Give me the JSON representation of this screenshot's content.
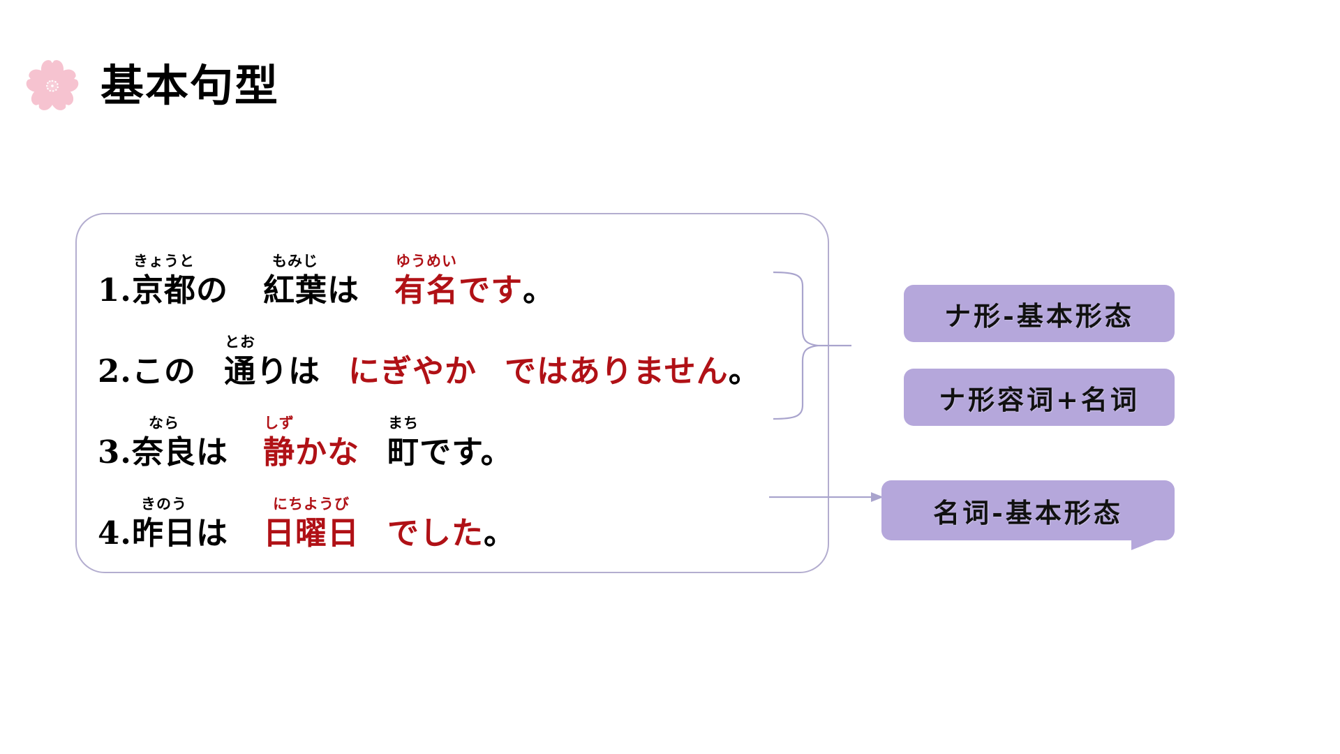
{
  "slide": {
    "title": "基本句型",
    "icon": "sakura-flower-icon",
    "colors": {
      "accent_purple": "#b5a7db",
      "box_border": "#b3adcf",
      "highlight_red": "#b01116",
      "sakura_pink": "#f6c3d0",
      "text_black": "#000000"
    }
  },
  "sentences": [
    {
      "number": "1.",
      "segments": [
        {
          "furigana": "",
          "base": "1.",
          "color": "black"
        },
        {
          "furigana": "きょうと",
          "base": "京都",
          "color": "black"
        },
        {
          "furigana": "",
          "base": "の",
          "color": "black"
        },
        {
          "furigana": "もみじ",
          "base": "紅葉",
          "color": "black"
        },
        {
          "furigana": "",
          "base": "は",
          "color": "black"
        },
        {
          "furigana": "ゆうめい",
          "base": "有名",
          "color": "red"
        },
        {
          "furigana": "",
          "base": "です",
          "color": "red"
        },
        {
          "furigana": "",
          "base": "。",
          "color": "black"
        }
      ],
      "plain": "1.京都の 紅葉は 有名です。"
    },
    {
      "number": "2.",
      "segments": [
        {
          "furigana": "",
          "base": "2.この",
          "color": "black"
        },
        {
          "furigana": "とお",
          "base": "通",
          "color": "black"
        },
        {
          "furigana": "",
          "base": "りは",
          "color": "black"
        },
        {
          "furigana": "",
          "base": "にぎやか",
          "color": "red"
        },
        {
          "furigana": "",
          "base": "ではありません",
          "color": "red"
        },
        {
          "furigana": "",
          "base": "。",
          "color": "black"
        }
      ],
      "plain": "2.この 通りは にぎやか ではありません。"
    },
    {
      "number": "3.",
      "segments": [
        {
          "furigana": "",
          "base": "3.",
          "color": "black"
        },
        {
          "furigana": "なら",
          "base": "奈良",
          "color": "black"
        },
        {
          "furigana": "",
          "base": "は",
          "color": "black"
        },
        {
          "furigana": "しず",
          "base": "静",
          "color": "red"
        },
        {
          "furigana": "",
          "base": "かな",
          "color": "red"
        },
        {
          "furigana": "まち",
          "base": "町",
          "color": "black"
        },
        {
          "furigana": "",
          "base": "です。",
          "color": "black"
        }
      ],
      "plain": "3.奈良は 静かな 町です。"
    },
    {
      "number": "4.",
      "segments": [
        {
          "furigana": "",
          "base": "4.",
          "color": "black"
        },
        {
          "furigana": "きのう",
          "base": "昨日",
          "color": "black"
        },
        {
          "furigana": "",
          "base": "は",
          "color": "black"
        },
        {
          "furigana": "にちようび",
          "base": "日曜日",
          "color": "red"
        },
        {
          "furigana": "",
          "base": "でした",
          "color": "red"
        },
        {
          "furigana": "",
          "base": "。",
          "color": "black"
        }
      ],
      "plain": "4.昨日は 日曜日 でした。"
    }
  ],
  "labels": [
    {
      "id": "chip-1",
      "text": "ナ形-基本形态"
    },
    {
      "id": "chip-2",
      "text": "ナ形容词+名词"
    },
    {
      "id": "chip-3",
      "text": "名词-基本形态"
    }
  ],
  "connectors": [
    {
      "name": "brace-lines-1-3",
      "type": "curly-brace",
      "points_to": "ナ形-基本形态 / ナ形容词+名词"
    },
    {
      "name": "arrow-line-4",
      "type": "arrow",
      "points_to": "名词-基本形态"
    }
  ]
}
